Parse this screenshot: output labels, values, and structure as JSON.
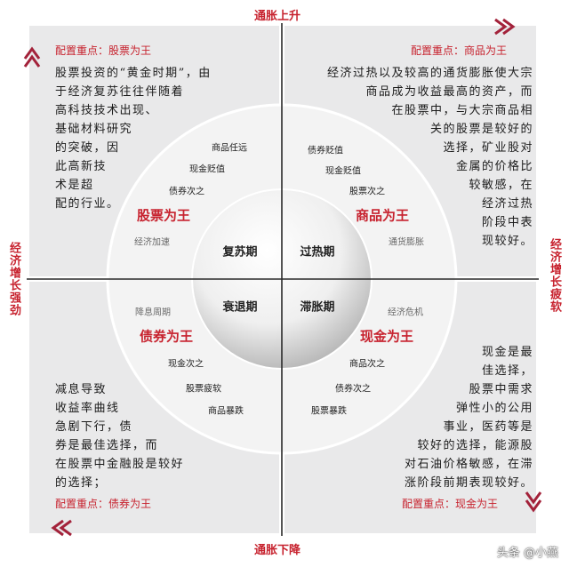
{
  "axes": {
    "top": "通胀上升",
    "bottom": "通胀下降",
    "left": "经济增长强劲",
    "right": "经济增长疲软"
  },
  "quadrants": {
    "top_left": {
      "priority_label": "配置重点：",
      "priority_value": "股票为王",
      "text_lines": [
        "股票投资的“黄金时期”，由",
        "于经济复苏往往伴随着",
        "高科技技术出现、",
        "基础材料研究",
        "的突破，因",
        "此高新技",
        "术是超",
        "配的行业。"
      ],
      "king": "股票为王",
      "condition": "经济加速",
      "ranking": [
        "商品任远",
        "现金贬值",
        "债券次之"
      ],
      "phase": "复苏期"
    },
    "top_right": {
      "priority_label": "配置重点：",
      "priority_value": "商品为王",
      "text_lines": [
        "经济过热以及较高的通货膨胀使大宗",
        "商品成为收益最高的资产，而",
        "在股票中，与大宗商品相",
        "关的股票是较好的",
        "选择，矿业股对",
        "金属的价格比",
        "较敏感，在",
        "经济过热",
        "阶段中表",
        "现较好。"
      ],
      "king": "商品为王",
      "condition": "通货膨胀",
      "ranking": [
        "债券贬值",
        "现金贬值",
        "股票次之"
      ],
      "phase": "过热期"
    },
    "bottom_left": {
      "priority_label": "配置重点：",
      "priority_value": "债券为王",
      "text_lines": [
        "减息导致",
        "收益率曲线",
        "急剧下行，债",
        "券是最佳选择，而",
        "在股票中金融股是较好",
        "的选择；"
      ],
      "king": "债券为王",
      "condition": "降息周期",
      "ranking": [
        "现金次之",
        "股票疲软",
        "商品暴跌"
      ],
      "phase": "衰退期"
    },
    "bottom_right": {
      "priority_label": "配置重点：",
      "priority_value": "现金为王",
      "text_lines": [
        "现金是最",
        "佳选择，",
        "股票中需求",
        "弹性小的公用",
        "事业，医药等是",
        "较好的选择，能源股",
        "对石油价格敏感，在滞",
        "涨阶段前期表现较好。"
      ],
      "king": "现金为王",
      "condition": "经济危机",
      "ranking": [
        "商品次之",
        "债券次之",
        "股票暴跌"
      ],
      "phase": "滞胀期"
    }
  },
  "watermark": "头条 @小燕",
  "colors": {
    "accent": "#c7222e",
    "quadrant_bg": "#e9e9ea",
    "axis": "#2a2a2a"
  }
}
